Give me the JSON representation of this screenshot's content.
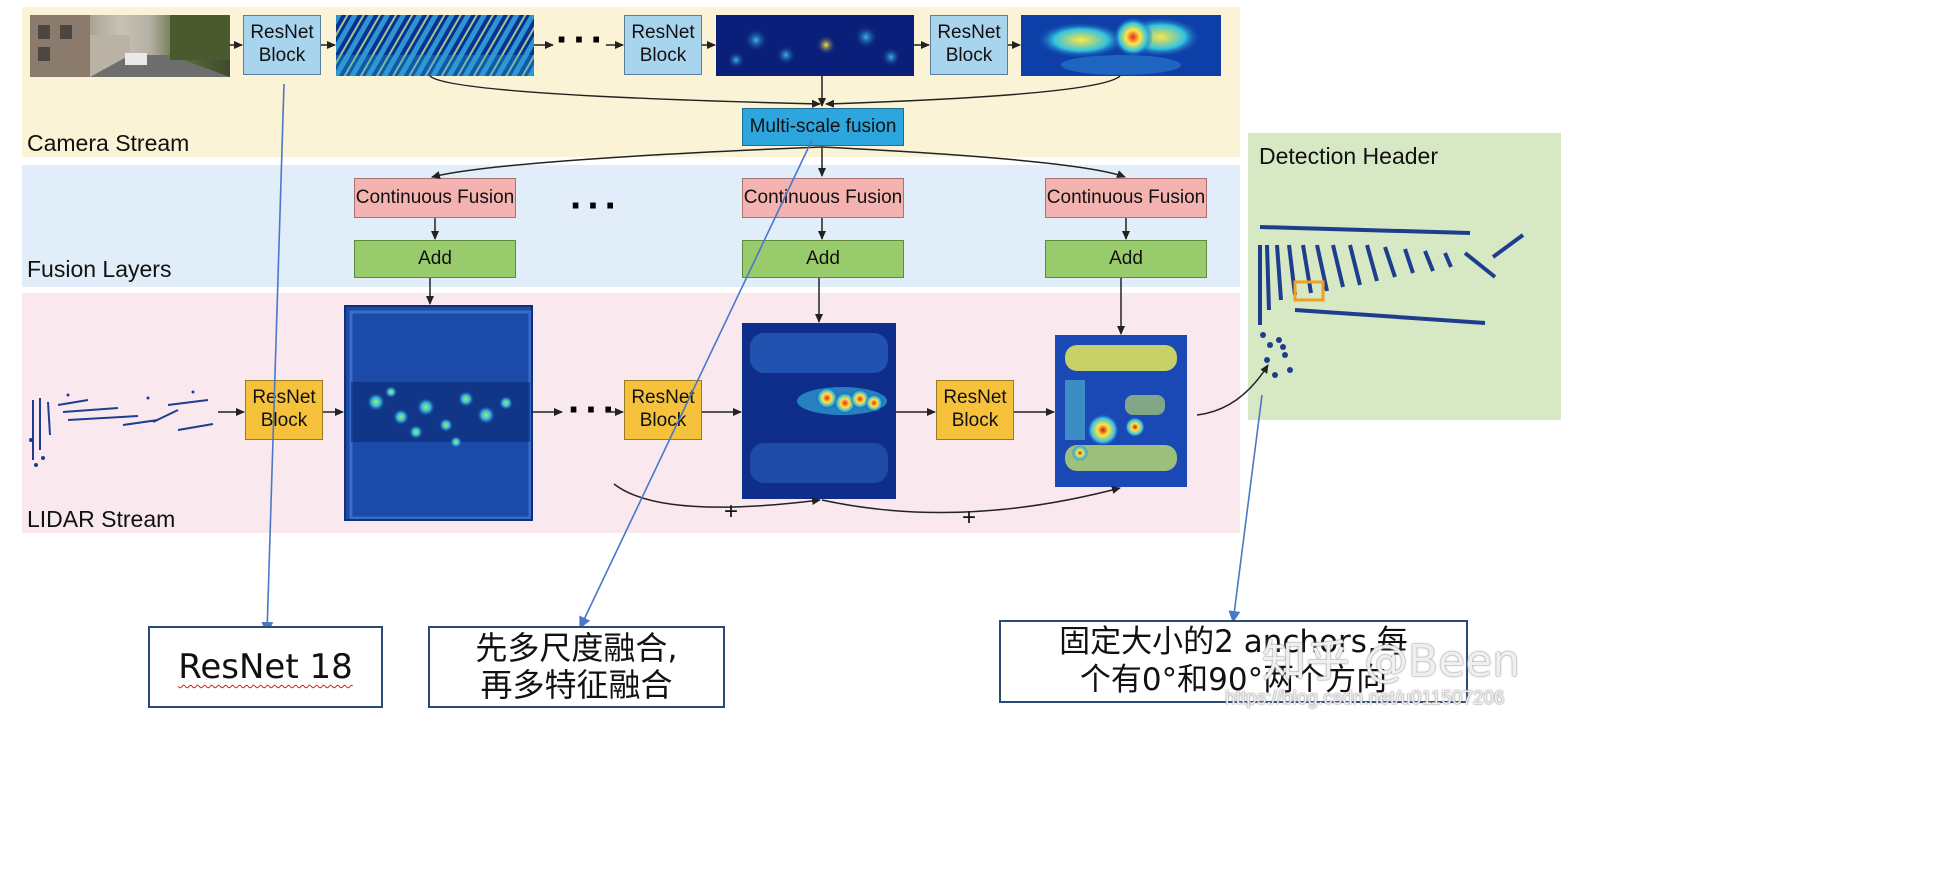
{
  "bands": {
    "camera": {
      "label": "Camera Stream",
      "color": "#fbf3d5"
    },
    "fusion": {
      "label": "Fusion Layers",
      "color": "#e1eefa"
    },
    "lidar": {
      "label": "LIDAR Stream",
      "color": "#f9e9ef"
    },
    "detection": {
      "label": "Detection Header",
      "color": "#d6e8c4"
    }
  },
  "blocks": {
    "resnet_label": "ResNet\nBlock",
    "multiscale": "Multi-scale fusion",
    "continuous_fusion": "Continuous Fusion",
    "add": "Add",
    "ellipsis": "···",
    "plus": "+"
  },
  "notes": {
    "resnet": "ResNet 18",
    "fusion_order": "先多尺度融合,\n再多特征融合",
    "anchors": "固定大小的2 anchors,每\n个有0°和90°两个方向"
  },
  "watermark": {
    "zhihu": "知乎 @Been",
    "url": "https://blog.csdn.net/u011507206"
  },
  "colors": {
    "arrow": "#222222",
    "annotation_arrow": "#4a78c8",
    "heat_low": "#1a3a8c",
    "heat_high": "#e8231a"
  }
}
